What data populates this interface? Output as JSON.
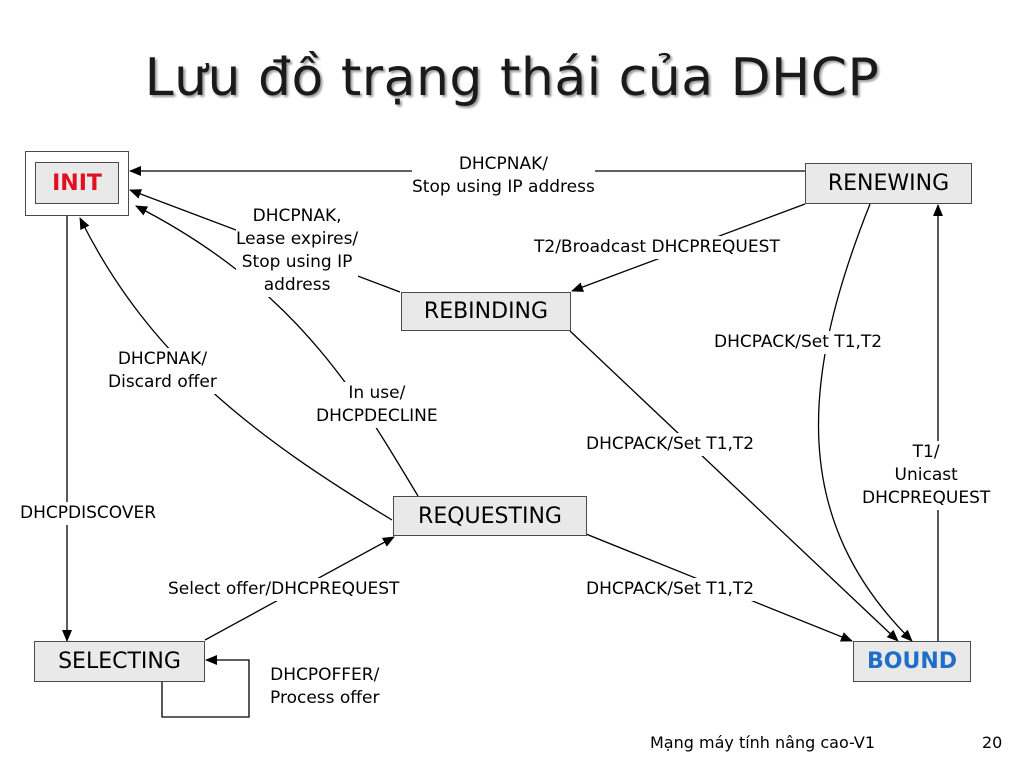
{
  "title": "Lưu đồ trạng thái của DHCP",
  "states": {
    "init": "INIT",
    "renewing": "RENEWING",
    "rebinding": "REBINDING",
    "requesting": "REQUESTING",
    "selecting": "SELECTING",
    "bound": "BOUND"
  },
  "transitions": {
    "renewing_to_init": [
      "DHCPNAK/",
      "Stop using IP address"
    ],
    "rebinding_to_init": [
      "DHCPNAK,",
      "Lease expires/",
      "Stop using IP",
      "address"
    ],
    "renewing_to_rebinding": [
      "T2/Broadcast DHCPREQUEST"
    ],
    "renewing_to_bound": [
      "DHCPACK/Set T1,T2"
    ],
    "requesting_to_init_nak": [
      "DHCPNAK/",
      "Discard offer"
    ],
    "requesting_to_init_decline": [
      "In use/",
      "DHCPDECLINE"
    ],
    "rebinding_to_bound": [
      "DHCPACK/Set T1,T2"
    ],
    "bound_to_renewing": [
      "T1/",
      "Unicast",
      "DHCPREQUEST"
    ],
    "init_to_selecting": [
      "DHCPDISCOVER"
    ],
    "selecting_to_requesting": [
      "Select offer/DHCPREQUEST"
    ],
    "requesting_to_bound": [
      "DHCPACK/Set T1,T2"
    ],
    "selecting_self": [
      "DHCPOFFER/",
      "Process offer"
    ]
  },
  "footer": {
    "course": "Mạng máy tính nâng cao-V1",
    "page": "20"
  },
  "colors": {
    "init_text": "#e01020",
    "bound_text": "#1f6fc8",
    "state_fill": "#e9e9e9"
  }
}
